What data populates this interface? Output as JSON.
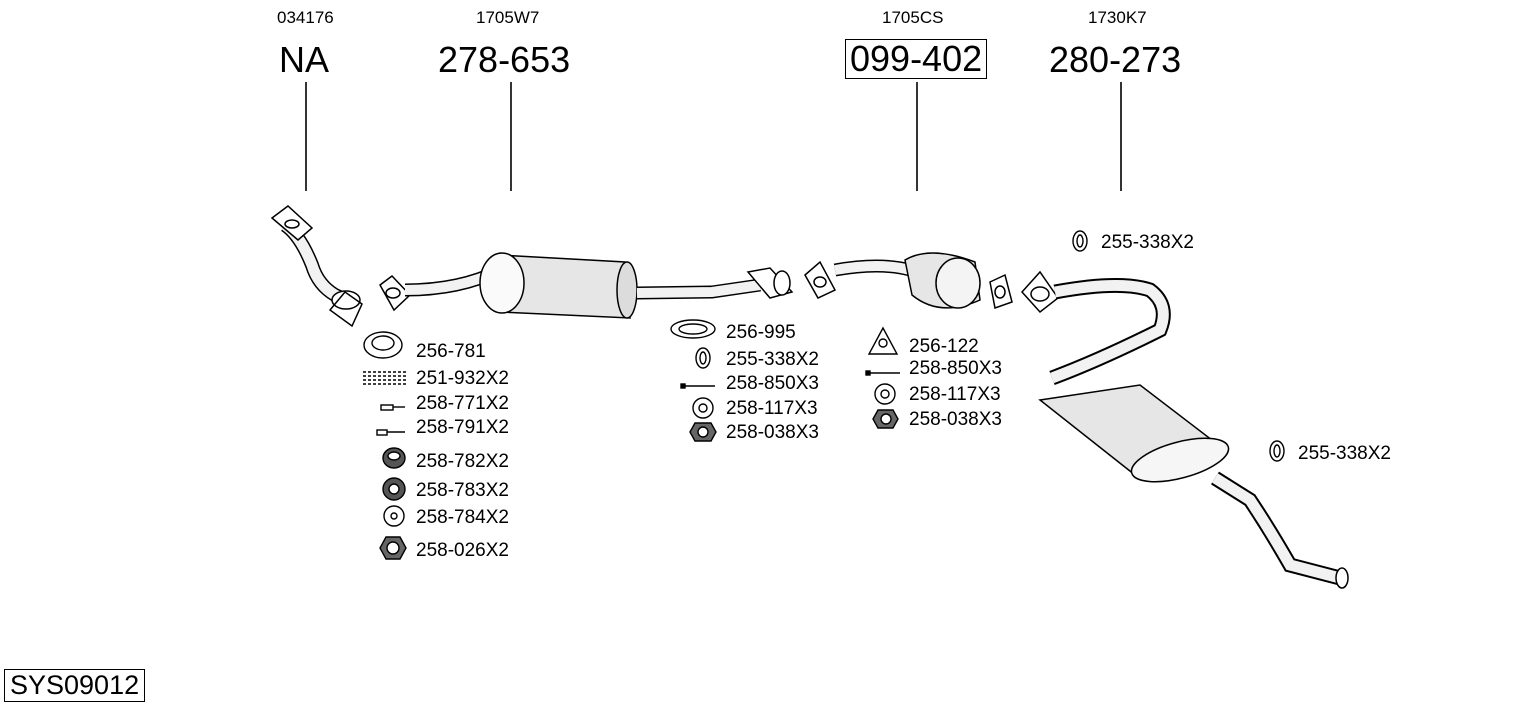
{
  "sections": [
    {
      "oem": "034176",
      "part": "NA"
    },
    {
      "oem": "1705W7",
      "part": "278-653"
    },
    {
      "oem": "1705CS",
      "part": "099-402"
    },
    {
      "oem": "1730K7",
      "part": "280-273"
    }
  ],
  "group_front": [
    "256-781",
    "251-932X2",
    "258-771X2",
    "258-791X2",
    "258-782X2",
    "258-783X2",
    "258-784X2",
    "258-026X2"
  ],
  "group_mid": [
    "256-995",
    "255-338X2",
    "258-850X3",
    "258-117X3",
    "258-038X3"
  ],
  "group_cat": [
    "256-122",
    "258-850X3",
    "258-117X3",
    "258-038X3"
  ],
  "rear_top": "255-338X2",
  "rear_tail": "255-338X2",
  "system_code": "SYS09012"
}
